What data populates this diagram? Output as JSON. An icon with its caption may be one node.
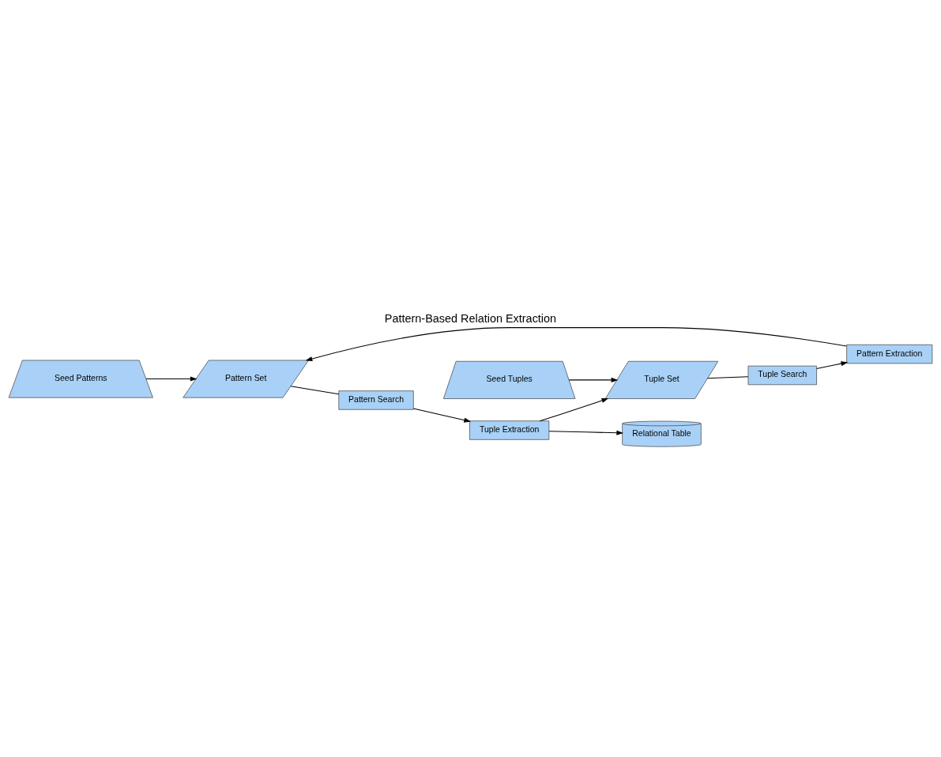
{
  "diagram": {
    "title": "Pattern-Based Relation Extraction",
    "nodes": [
      {
        "text": [
          "Seed Patterns"
        ]
      },
      {
        "text": [
          "Tuple Search"
        ]
      },
      {
        "text": [
          "Pattern Extraction"
        ]
      },
      {
        "text": [
          "Tuple Set"
        ]
      },
      {
        "text": [
          "Pattern Set"
        ]
      },
      {
        "text": [
          "Tuple Extraction"
        ]
      },
      {
        "text": [
          "Pattern Search"
        ]
      },
      {
        "text": [
          "Seed Tuples"
        ]
      },
      {
        "text": [
          "Relational Table"
        ]
      }
    ],
    "edges": [
      {
        "from": 3,
        "to": 1,
        "arrow": "none"
      },
      {
        "from": 1,
        "to": 2,
        "arrow": "to"
      },
      {
        "from": 2,
        "to": 4,
        "arrow": "to"
      },
      {
        "from": 0,
        "to": 4,
        "arrow": "to"
      },
      {
        "from": 4,
        "to": 6,
        "arrow": "none"
      },
      {
        "from": 6,
        "to": 5,
        "arrow": "to"
      },
      {
        "from": 5,
        "to": 3,
        "arrow": "to"
      },
      {
        "from": 7,
        "to": 3,
        "arrow": "to"
      },
      {
        "from": 5,
        "to": 8,
        "arrow": "to"
      }
    ]
  }
}
